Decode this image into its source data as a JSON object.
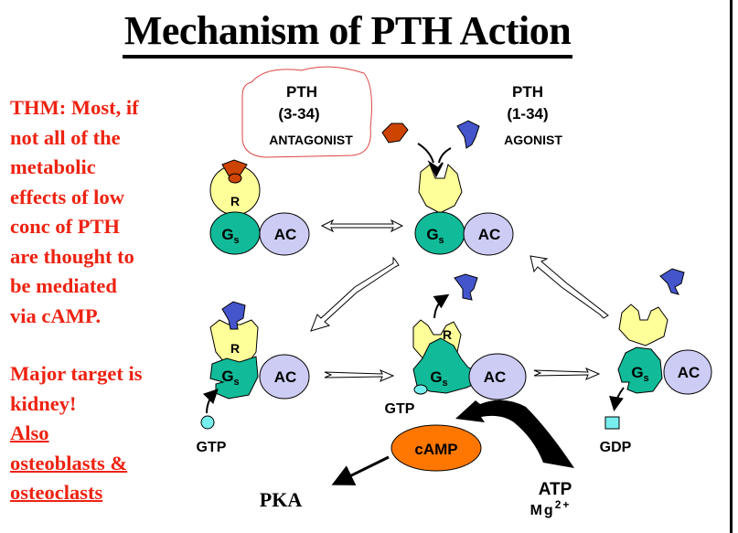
{
  "title": "Mechanism of PTH Action",
  "notes": {
    "thm_lines": [
      "THM: Most, if",
      "not all of the",
      "metabolic",
      "effects of low",
      "conc of PTH",
      "are thought to",
      "be mediated",
      "via cAMP."
    ],
    "target_lines": [
      "Major target is",
      "kidney!"
    ],
    "also_lines": [
      "Also",
      "osteoblasts &",
      "osteoclasts"
    ]
  },
  "ligands": {
    "antagonist": {
      "name": "PTH",
      "fragment": "(3-34)",
      "role": "ANTAGONIST",
      "color": "#cc4400"
    },
    "agonist": {
      "name": "PTH",
      "fragment": "(1-34)",
      "role": "AGONIST",
      "color": "#4455cc"
    }
  },
  "labels": {
    "receptor": "R",
    "gs_main": "G",
    "gs_sub": "s",
    "ac": "AC",
    "gtp": "GTP",
    "gdp": "GDP",
    "camp": "cAMP",
    "pka": "PKA",
    "atp": "ATP",
    "mg": "Mg",
    "mg_charge": "2+"
  },
  "colors": {
    "receptor": "#ffff99",
    "gs": "#11bb99",
    "ac": "#ccccf5",
    "gtp": "#77eeee",
    "camp": "#ff7700",
    "note_text": "#ee2211",
    "highlight_outline": "#dd4444"
  }
}
